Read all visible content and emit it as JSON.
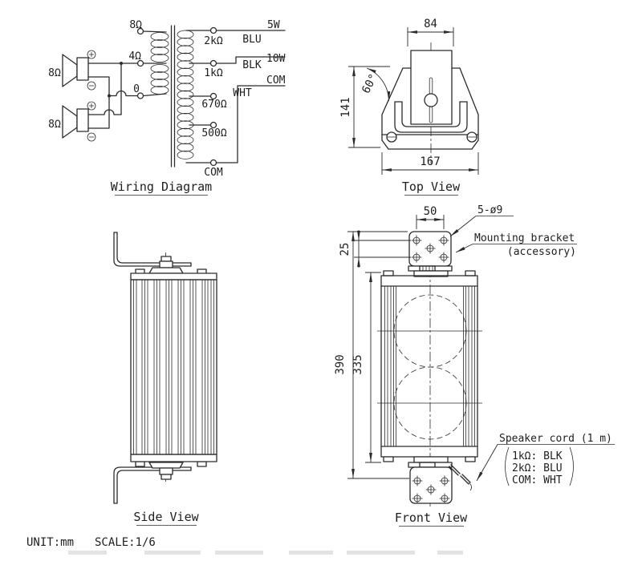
{
  "wiring": {
    "title": "Wiring Diagram",
    "speaker1_impedance": "8Ω",
    "speaker2_impedance": "8Ω",
    "tap_8ohm": "8Ω",
    "tap_4ohm": "4Ω",
    "tap_0": "0",
    "sec_2k": "2kΩ",
    "sec_1k": "1kΩ",
    "sec_670": "670Ω",
    "sec_500": "500Ω",
    "sec_com": "COM",
    "color_blu": "BLU",
    "color_blk": "BLK",
    "color_wht": "WHT",
    "out_5w": "5W",
    "out_10w": "10W",
    "out_com": "COM"
  },
  "top_view": {
    "title": "Top View",
    "width_top": "84",
    "height": "141",
    "width_base": "167",
    "angle": "60°"
  },
  "side_view": {
    "title": "Side View"
  },
  "front_view": {
    "title": "Front View",
    "bracket_width": "50",
    "bracket_hole_offset": "25",
    "overall_height": "390",
    "body_height": "335",
    "holes_note": "5-ø9",
    "bracket_label": "Mounting bracket",
    "bracket_sublabel": "(accessory)",
    "cord_label": "Speaker cord (1 m)",
    "cord_line1": "1kΩ:  BLK",
    "cord_line2": "2kΩ:  BLU",
    "cord_line3": "COM:  WHT"
  },
  "footer": {
    "unit": "UNIT:mm",
    "scale": "SCALE:1/6"
  },
  "colors": {
    "line": "#2b2b2b",
    "background": "#ffffff"
  }
}
